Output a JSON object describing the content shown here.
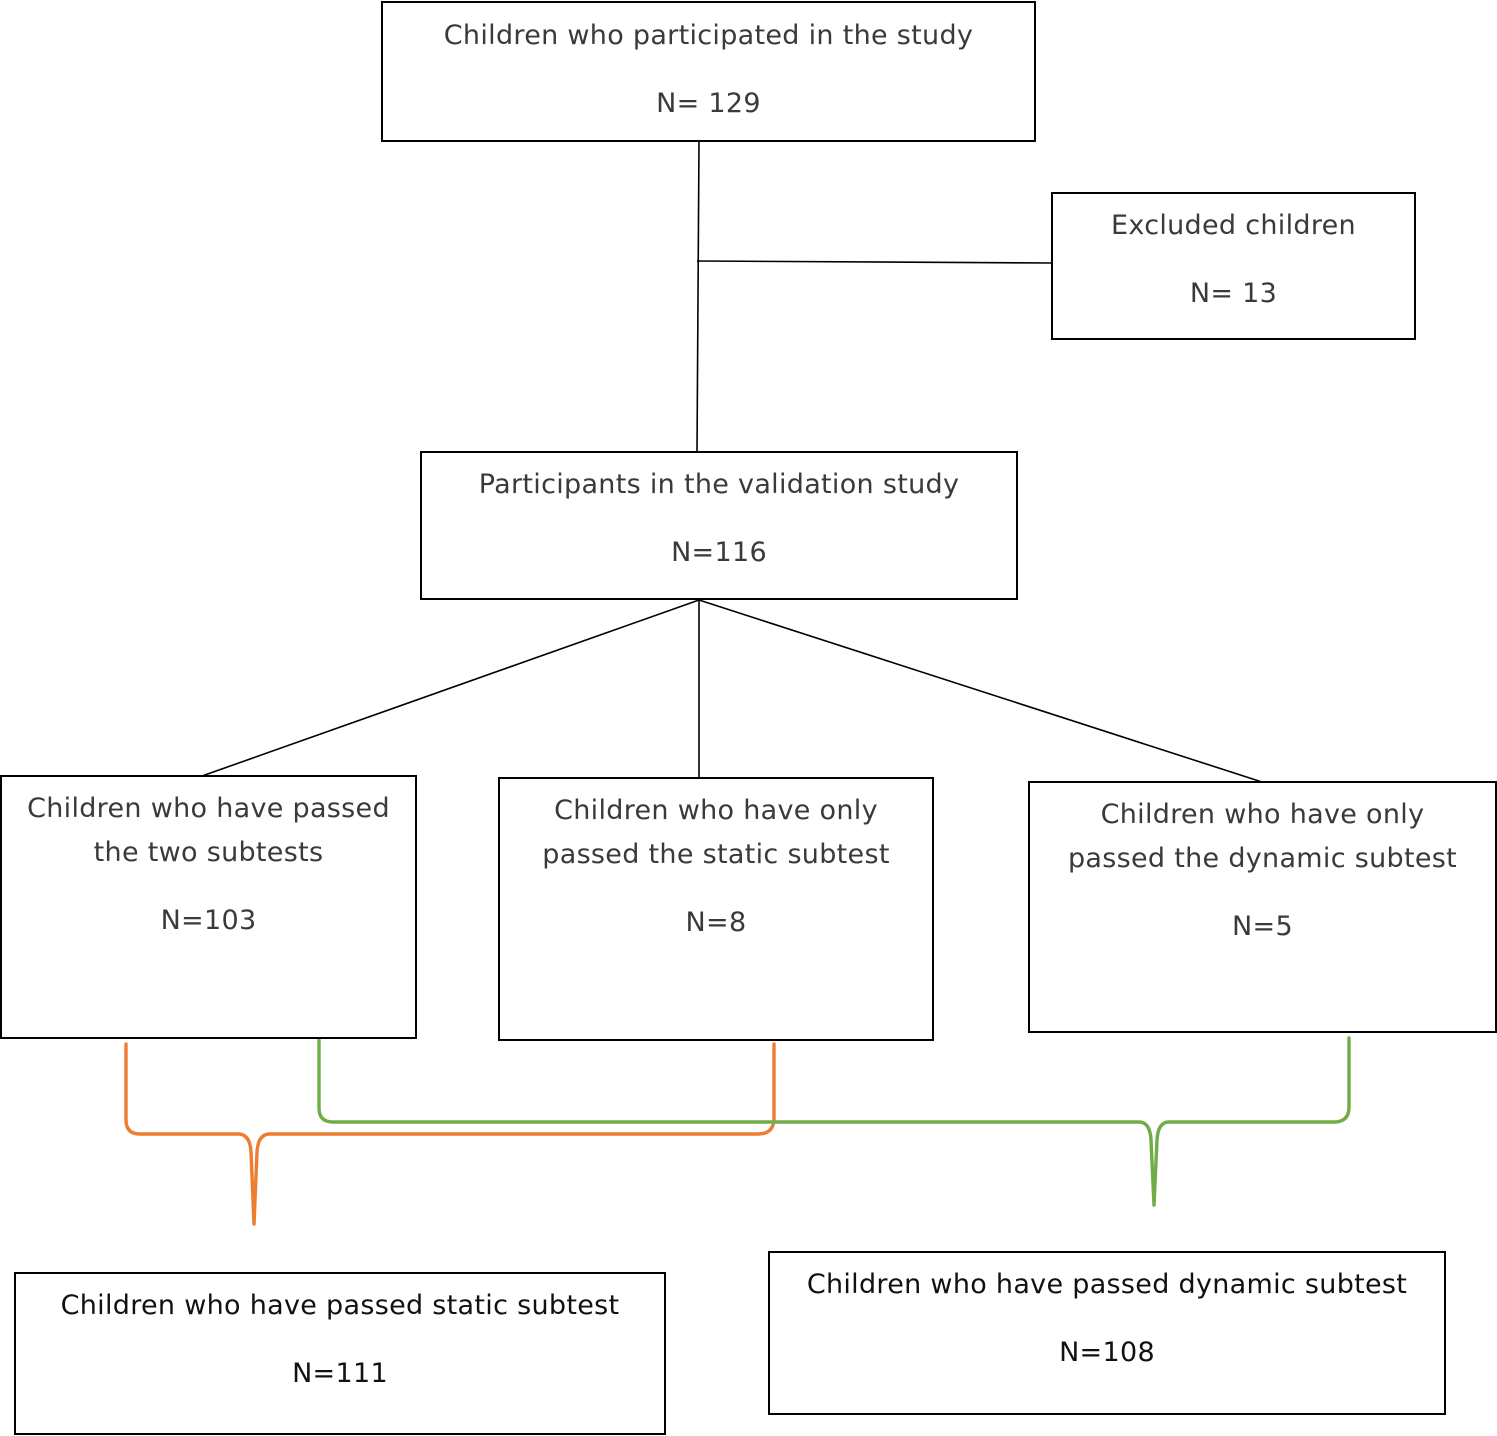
{
  "nodes": {
    "participated": {
      "title": "Children who participated in the study",
      "count": "N= 129"
    },
    "excluded": {
      "title": "Excluded children",
      "count": "N= 13"
    },
    "validation": {
      "title": "Participants in the validation study",
      "count": "N=116"
    },
    "passed_two": {
      "title_line1": "Children who have passed",
      "title_line2": "the two subtests",
      "count": "N=103"
    },
    "only_static": {
      "title_line1": "Children who have only",
      "title_line2": "passed the static subtest",
      "count": "N=8"
    },
    "only_dynamic": {
      "title_line1": "Children who have only",
      "title_line2": "passed the dynamic subtest",
      "count": "N=5"
    },
    "passed_static": {
      "title": "Children who have passed static subtest",
      "count": "N=111"
    },
    "passed_dynamic": {
      "title": "Children who have passed dynamic subtest",
      "count": "N=108"
    }
  },
  "colors": {
    "connector": "#000000",
    "static_bracket": "#ED7D31",
    "dynamic_bracket": "#70AD47",
    "text": "#3a3a3a"
  }
}
